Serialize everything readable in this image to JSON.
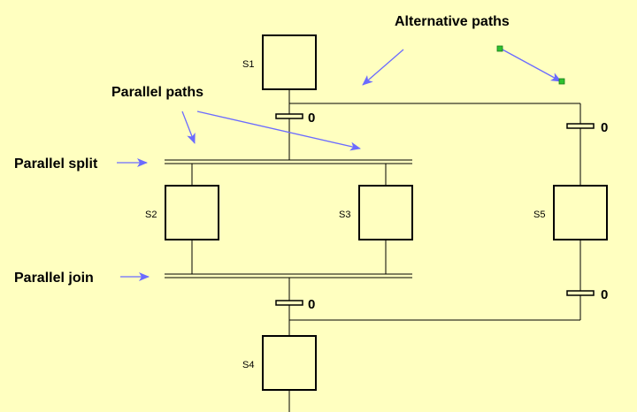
{
  "annotations": {
    "alternative_paths": "Alternative paths",
    "parallel_paths": "Parallel paths",
    "parallel_split": "Parallel split",
    "parallel_join": "Parallel join"
  },
  "steps": {
    "s1": "S1",
    "s2": "S2",
    "s3": "S3",
    "s4": "S4",
    "s5": "S5"
  },
  "transitions": {
    "t1": "0",
    "t_alt_top": "0",
    "t_join": "0",
    "t_alt_bottom": "0"
  },
  "colors": {
    "background": "#ffffc0",
    "line": "#000000",
    "arrow": "#6b6bff",
    "handle": "#2fc22f"
  }
}
